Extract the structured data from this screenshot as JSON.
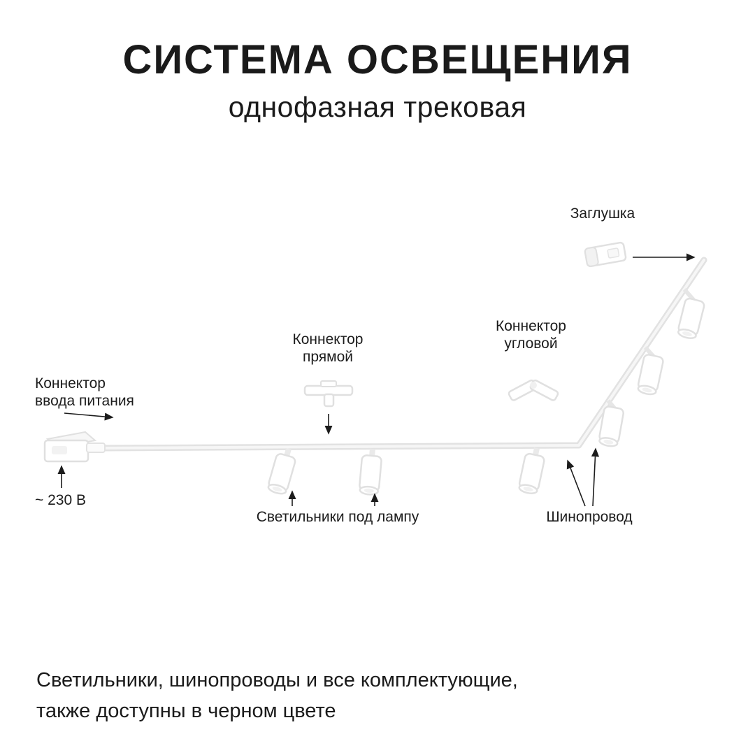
{
  "header": {
    "title": "СИСТЕМА ОСВЕЩЕНИЯ",
    "subtitle": "однофазная трековая"
  },
  "diagram_labels": {
    "end_cap": "Заглушка",
    "corner_connector": "Коннектор угловой",
    "straight_connector": "Коннектор прямой",
    "power_input": "Коннектор ввода питания",
    "voltage": "~ 230 В",
    "lamps": "Светильники под лампу",
    "busbar": "Шинопровод"
  },
  "footer": {
    "line1": "Светильники, шинопроводы и все комплектующие,",
    "line2": "также доступны в черном цвете"
  },
  "colors": {
    "text": "#1c1c1c",
    "track": "#e4e4e4",
    "fixture_stroke": "#e0e0e0",
    "background": "#ffffff"
  }
}
